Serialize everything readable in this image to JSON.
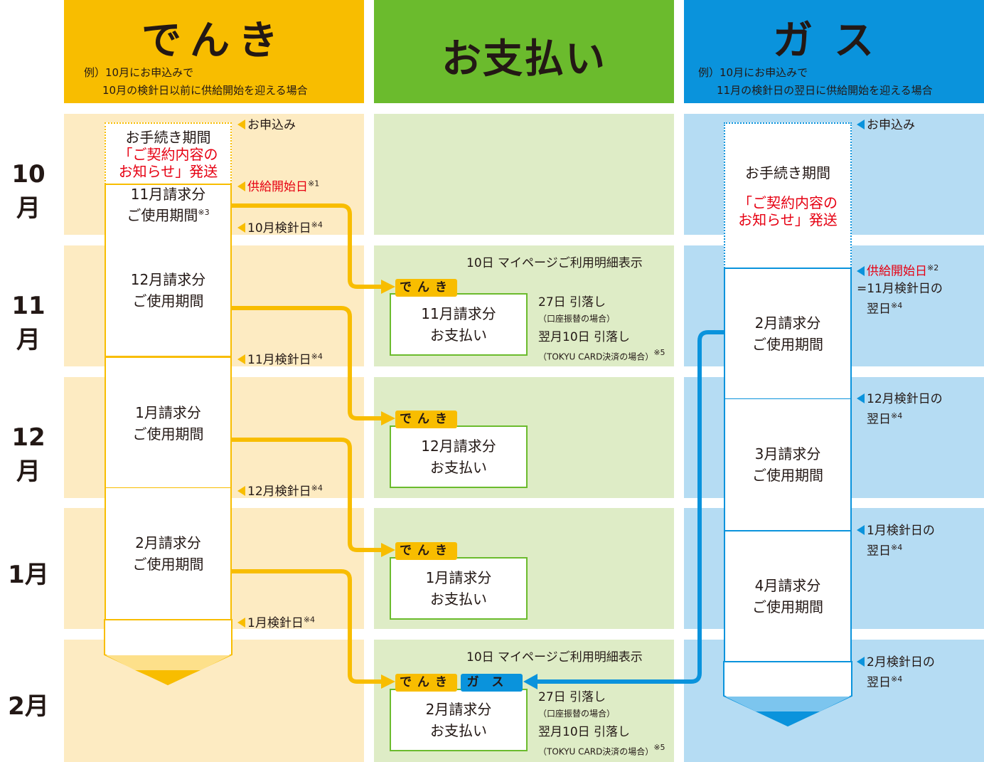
{
  "headers": {
    "electric": {
      "title": "でんき",
      "note1": "例）10月にお申込みで",
      "note2": "10月の検針日以前に供給開始を迎える場合"
    },
    "payment": {
      "title": "お支払い"
    },
    "gas": {
      "title": "ガス",
      "note1": "例）10月にお申込みで",
      "note2": "11月の検針日の翌日に供給開始を迎える場合"
    }
  },
  "months": [
    "10月",
    "11月",
    "12月",
    "1月",
    "2月"
  ],
  "electric": {
    "procedure": "お手続き期間",
    "notice1": "「ご契約内容の",
    "notice2": "お知らせ」発送",
    "periods": [
      {
        "l1": "11月請求分",
        "l2": "ご使用期間",
        "note": "※3"
      },
      {
        "l1": "12月請求分",
        "l2": "ご使用期間"
      },
      {
        "l1": "1月請求分",
        "l2": "ご使用期間"
      },
      {
        "l1": "2月請求分",
        "l2": "ご使用期間"
      }
    ],
    "labels": [
      {
        "t": "お申込み",
        "n": ""
      },
      {
        "t": "供給開始日",
        "n": "※1"
      },
      {
        "t": "10月検針日",
        "n": "※4"
      },
      {
        "t": "11月検針日",
        "n": "※4"
      },
      {
        "t": "12月検針日",
        "n": "※4"
      },
      {
        "t": "1月検針日",
        "n": "※4"
      }
    ]
  },
  "payment": {
    "mypage": "10日 マイページご利用明細表示",
    "tag_electric": "でんき",
    "tag_gas": "ガス",
    "items": [
      {
        "l1": "11月請求分",
        "l2": "お支払い"
      },
      {
        "l1": "12月請求分",
        "l2": "お支払い"
      },
      {
        "l1": "1月請求分",
        "l2": "お支払い"
      },
      {
        "l1": "2月請求分",
        "l2": "お支払い"
      }
    ],
    "debit1": "27日 引落し",
    "debit1_sub": "（口座振替の場合）",
    "debit2": "翌月10日 引落し",
    "debit2_sub": "（TOKYU CARD決済の場合）",
    "debit2_note": "※5"
  },
  "gas": {
    "procedure": "お手続き期間",
    "notice1": "「ご契約内容の",
    "notice2": "お知らせ」発送",
    "periods": [
      {
        "l1": "2月請求分",
        "l2": "ご使用期間"
      },
      {
        "l1": "3月請求分",
        "l2": "ご使用期間"
      },
      {
        "l1": "4月請求分",
        "l2": "ご使用期間"
      }
    ],
    "apply": "お申込み",
    "start": "供給開始日",
    "start_note": "※2",
    "start_sub1": "=11月検針日の",
    "start_sub2": "翌日",
    "start_sub_note": "※4",
    "labels": [
      {
        "t1": "12月検針日の",
        "t2": "翌日",
        "n": "※4"
      },
      {
        "t1": "1月検針日の",
        "t2": "翌日",
        "n": "※4"
      },
      {
        "t1": "2月検針日の",
        "t2": "翌日",
        "n": "※4"
      }
    ]
  },
  "colors": {
    "electric": "#f8bd00",
    "electric_bg": "#fdebc2",
    "payment": "#6bbb2d",
    "payment_bg": "#deecc6",
    "gas": "#0a93dc",
    "gas_bg": "#b5dcf3",
    "red": "#e60012"
  }
}
